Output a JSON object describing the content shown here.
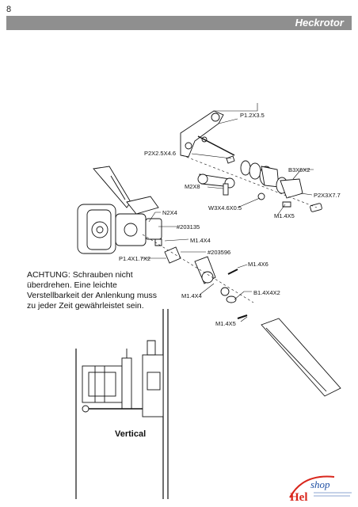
{
  "page": {
    "number": "8",
    "title": "Heckrotor"
  },
  "warning_text": "ACHTUNG: Schrauben nicht überdrehen. Eine leichte Verstellbarkeit der Anlenkung muss zu jeder Zeit gewährleistet sein.",
  "part_labels": {
    "p1_2x3_5": "P1.2X3.5",
    "p2x2_5x4_6": "P2X2.5X4.6",
    "b3x6x2": "B3X6X2",
    "m2x8": "M2X8",
    "p2x3x7_7": "P2X3X7.7",
    "w3x4_6x0_5": "W3X4.6X0.5",
    "m1_4x5_top": "M1.4X5",
    "n2x4": "N2X4",
    "part_203135": "#203135",
    "m1_4x4_top": "M1.4X4",
    "part_203596": "#203596",
    "p1_4x1_7x2": "P1.4X1.7X2",
    "m1_4x6": "M1.4X6",
    "b1_4x4x2": "B1.4X4X2",
    "m1_4x4_bottom": "M1.4X4",
    "m1_4x5_bottom": "M1.4X5"
  },
  "vertical_caption": "Vertical",
  "logo": {
    "line1": "shop",
    "line2": "Hel",
    "colors": {
      "red": "#d9261c",
      "blue": "#1f4fa3"
    }
  },
  "colors": {
    "header_bar": "#8f8f8f",
    "ink": "#111111"
  }
}
